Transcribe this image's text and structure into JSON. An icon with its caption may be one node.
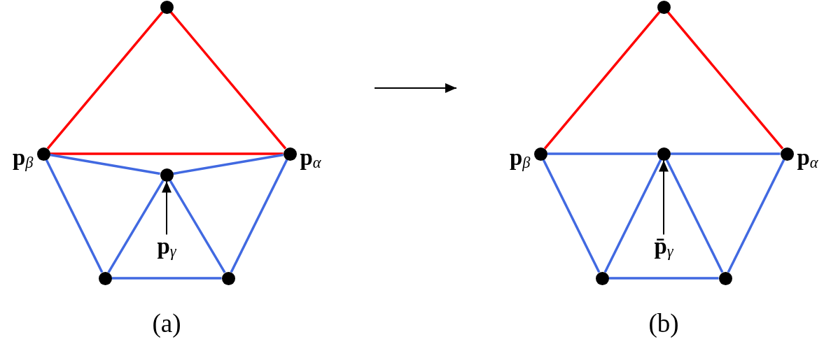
{
  "diagram": {
    "nodes": [
      {
        "text": [
          "(a)"
        ]
      },
      {
        "text": [],
        "shape": "circle",
        "in": 0
      },
      {
        "text": [],
        "shape": "circle",
        "in": 0,
        "beside": [
          "**p**$_{β}$"
        ]
      },
      {
        "text": [],
        "shape": "circle",
        "in": 0,
        "beside": [
          "**p**$_{α}$"
        ]
      },
      {
        "text": [],
        "shape": "circle",
        "in": 0
      },
      {
        "text": [],
        "shape": "circle",
        "in": 0
      },
      {
        "text": [],
        "shape": "circle",
        "in": 0
      },
      {
        "text": [
          "**p**$_{γ}$"
        ],
        "in": 0
      },
      {
        "text": [
          "(b)"
        ]
      },
      {
        "text": [],
        "shape": "circle",
        "in": 8
      },
      {
        "text": [],
        "shape": "circle",
        "in": 8,
        "beside": [
          "**p**$_{β}$"
        ]
      },
      {
        "text": [],
        "shape": "circle",
        "in": 8
      },
      {
        "text": [],
        "shape": "circle",
        "in": 8,
        "beside": [
          "**p**$_{α}$"
        ]
      },
      {
        "text": [],
        "shape": "circle",
        "in": 8
      },
      {
        "text": [],
        "shape": "circle",
        "in": 8
      },
      {
        "text": [
          "**p̄**$_{γ}$"
        ],
        "in": 8
      }
    ],
    "edges": [
      {
        "from": 1,
        "to": 2,
        "arrow": "none",
        "color": "#ff0000"
      },
      {
        "from": 1,
        "to": 3,
        "arrow": "none",
        "color": "#ff0000"
      },
      {
        "from": 2,
        "to": 3,
        "arrow": "none",
        "color": "#ff0000"
      },
      {
        "from": 2,
        "to": 4,
        "arrow": "none"
      },
      {
        "from": 3,
        "to": 4,
        "arrow": "none"
      },
      {
        "from": 2,
        "to": 5,
        "arrow": "none"
      },
      {
        "from": 4,
        "to": 5,
        "arrow": "none"
      },
      {
        "from": 4,
        "to": 6,
        "arrow": "none"
      },
      {
        "from": 3,
        "to": 6,
        "arrow": "none"
      },
      {
        "from": 5,
        "to": 6,
        "arrow": "none"
      },
      {
        "from": 7,
        "to": 4,
        "arrow": "to",
        "color": "#000000"
      },
      {
        "from": 0,
        "to": 8,
        "arrow": "to",
        "color": "#000000"
      },
      {
        "from": 9,
        "to": 10,
        "arrow": "none",
        "color": "#ff0000"
      },
      {
        "from": 9,
        "to": 12,
        "arrow": "none",
        "color": "#ff0000"
      },
      {
        "from": 10,
        "to": 11,
        "arrow": "none"
      },
      {
        "from": 11,
        "to": 12,
        "arrow": "none"
      },
      {
        "from": 10,
        "to": 13,
        "arrow": "none"
      },
      {
        "from": 11,
        "to": 13,
        "arrow": "none"
      },
      {
        "from": 11,
        "to": 14,
        "arrow": "none"
      },
      {
        "from": 12,
        "to": 14,
        "arrow": "none"
      },
      {
        "from": 13,
        "to": 14,
        "arrow": "none"
      },
      {
        "from": 15,
        "to": 11,
        "arrow": "to",
        "color": "#000000"
      }
    ]
  }
}
